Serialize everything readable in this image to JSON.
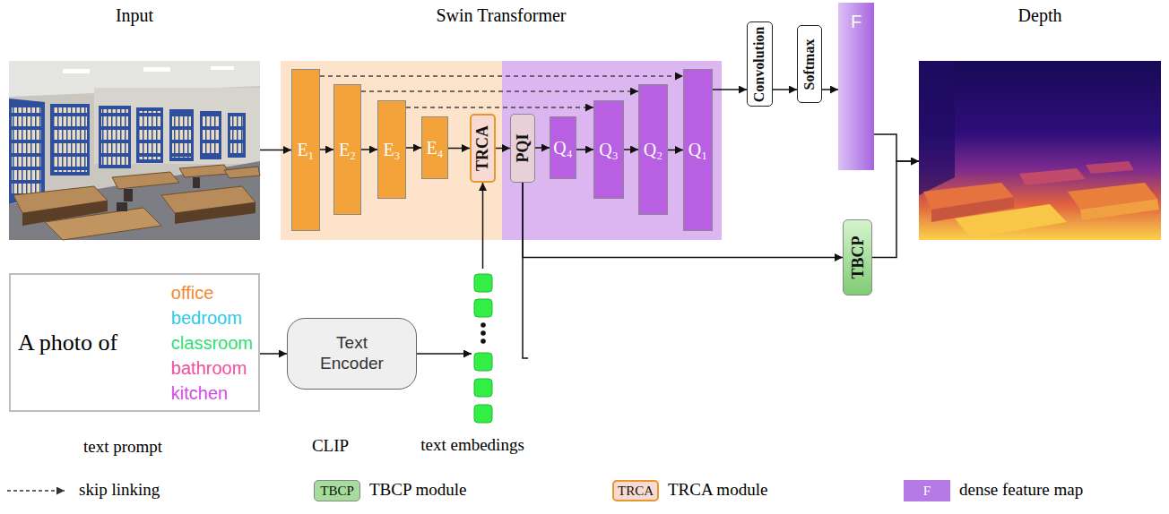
{
  "diagram": {
    "nodes": [
      {
        "text": [
          "Input"
        ]
      },
      {
        "text": [
          "Swin Transformer"
        ]
      },
      {
        "text": [
          "E₁"
        ],
        "in": 1
      },
      {
        "text": [
          "E₂"
        ],
        "in": 1
      },
      {
        "text": [
          "E₃"
        ],
        "in": 1
      },
      {
        "text": [
          "E₄"
        ],
        "in": 1
      },
      {
        "text": [
          "TRCA"
        ],
        "in": 1
      },
      {
        "text": [
          "PQI"
        ],
        "in": 1
      },
      {
        "text": [
          "Q₄"
        ],
        "in": 1
      },
      {
        "text": [
          "Q₃"
        ],
        "in": 1
      },
      {
        "text": [
          "Q₂"
        ],
        "in": 1
      },
      {
        "text": [
          "Q₁"
        ],
        "in": 1
      },
      {
        "text": [
          "Convolution"
        ]
      },
      {
        "text": [
          "Softmax"
        ]
      },
      {
        "text": [
          "F"
        ]
      },
      {
        "text": [
          "TBCP"
        ]
      },
      {
        "text": [
          "Depth"
        ]
      },
      {
        "text": [
          "A photo of",
          "office",
          "bedroom",
          "classroom",
          "bathroom",
          "kitchen",
          "text prompt"
        ]
      },
      {
        "text": [
          "Text Encoder",
          "CLIP"
        ]
      },
      {
        "text": [
          "text embedings"
        ]
      }
    ],
    "edges": [
      {
        "from": 0,
        "to": 2,
        "arrow": "to"
      },
      {
        "from": 2,
        "to": 3,
        "arrow": "to"
      },
      {
        "from": 3,
        "to": 4,
        "arrow": "to"
      },
      {
        "from": 4,
        "to": 5,
        "arrow": "to"
      },
      {
        "from": 5,
        "to": 6,
        "arrow": "to"
      },
      {
        "from": 6,
        "to": 7,
        "arrow": "to"
      },
      {
        "from": 7,
        "to": 8,
        "arrow": "to"
      },
      {
        "from": 8,
        "to": 9,
        "arrow": "to"
      },
      {
        "from": 9,
        "to": 10,
        "arrow": "to"
      },
      {
        "from": 10,
        "to": 11,
        "arrow": "to"
      },
      {
        "from": 2,
        "to": 11,
        "arrow": "to"
      },
      {
        "from": 3,
        "to": 10,
        "arrow": "to"
      },
      {
        "from": 4,
        "to": 9,
        "arrow": "to"
      },
      {
        "from": 11,
        "to": 12,
        "arrow": "to"
      },
      {
        "from": 12,
        "to": 13,
        "arrow": "to"
      },
      {
        "from": 13,
        "to": 14,
        "arrow": "to"
      },
      {
        "from": 14,
        "to": 16,
        "arrow": "to"
      },
      {
        "from": 15,
        "to": 16,
        "arrow": "to"
      },
      {
        "from": 17,
        "to": 18,
        "arrow": "to"
      },
      {
        "from": 18,
        "to": 19,
        "arrow": "to"
      },
      {
        "from": 19,
        "to": 6,
        "arrow": "to"
      },
      {
        "from": 19,
        "to": 7,
        "arrow": "none"
      },
      {
        "from": 7,
        "to": 15,
        "arrow": "to"
      }
    ],
    "labels": [
      "TBCP",
      "TRCA",
      "F"
    ],
    "legend": [
      {
        "text": "skip linking"
      },
      {
        "text": "TBCP module",
        "color": "#a6dc9c"
      },
      {
        "text": "TRCA module",
        "color": "#f7dbd2"
      },
      {
        "text": "dense feature map",
        "color": "#b57ae6"
      }
    ]
  }
}
